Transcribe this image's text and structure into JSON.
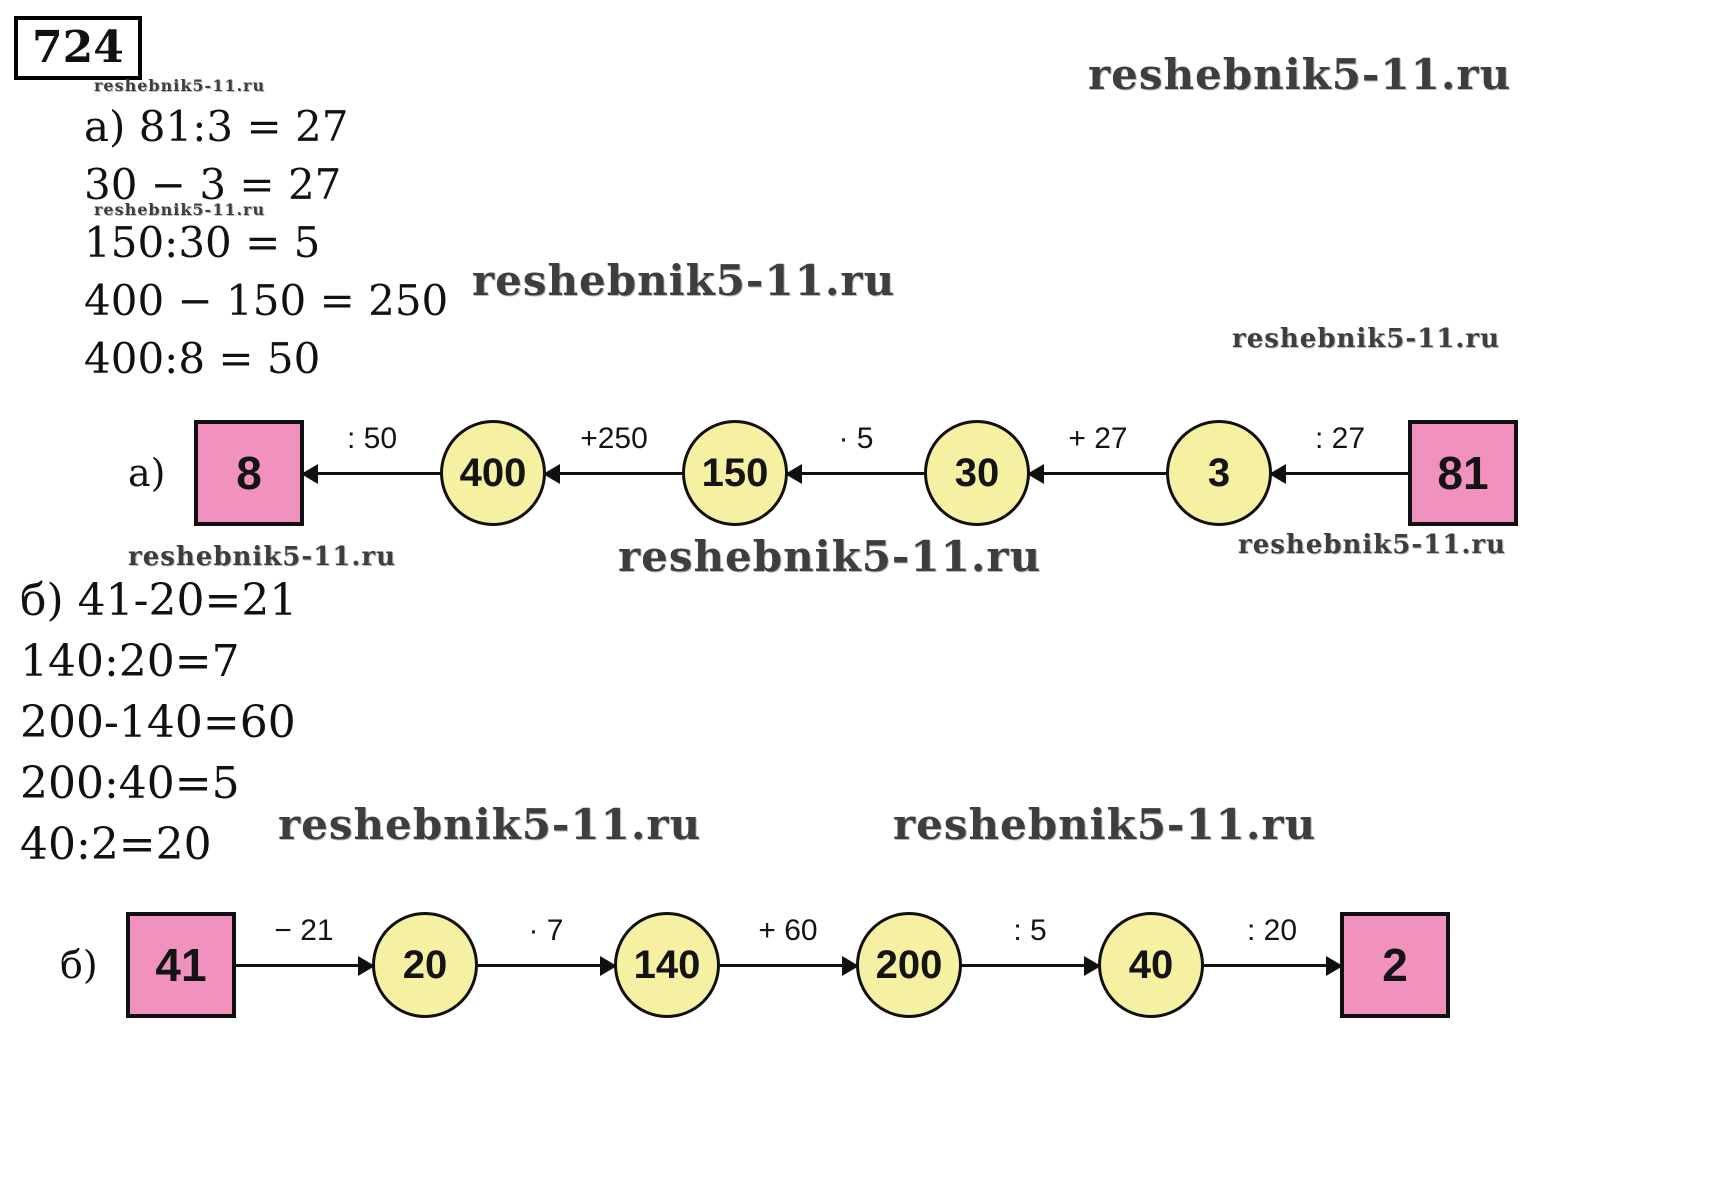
{
  "problem_number": "724",
  "watermark": {
    "text": "reshebnik5-11.ru"
  },
  "colors": {
    "square_fill": "#f191bd",
    "circle_fill": "#f6f0a2",
    "ink": "#111111"
  },
  "part_a": {
    "equations": [
      "а) 81:3 = 27",
      "30 − 3 = 27",
      "150:30 = 5",
      "400 − 150 = 250",
      "400:8 = 50"
    ],
    "diagram_label": "а)",
    "chain": {
      "arrow_direction": "right-to-left",
      "items": [
        {
          "kind": "square",
          "value": "8"
        },
        {
          "kind": "operation",
          "value": ": 50"
        },
        {
          "kind": "circle",
          "value": "400"
        },
        {
          "kind": "operation",
          "value": "+250"
        },
        {
          "kind": "circle",
          "value": "150"
        },
        {
          "kind": "operation",
          "value": "· 5"
        },
        {
          "kind": "circle",
          "value": "30"
        },
        {
          "kind": "operation",
          "value": "+ 27"
        },
        {
          "kind": "circle",
          "value": "3"
        },
        {
          "kind": "operation",
          "value": ": 27"
        },
        {
          "kind": "square",
          "value": "81"
        }
      ]
    }
  },
  "part_b": {
    "equations": [
      "б) 41-20=21",
      "140:20=7",
      "200-140=60",
      "200:40=5",
      "40:2=20"
    ],
    "diagram_label": "б)",
    "chain": {
      "arrow_direction": "left-to-right",
      "items": [
        {
          "kind": "square",
          "value": "41"
        },
        {
          "kind": "operation",
          "value": "− 21"
        },
        {
          "kind": "circle",
          "value": "20"
        },
        {
          "kind": "operation",
          "value": "· 7"
        },
        {
          "kind": "circle",
          "value": "140"
        },
        {
          "kind": "operation",
          "value": "+ 60"
        },
        {
          "kind": "circle",
          "value": "200"
        },
        {
          "kind": "operation",
          "value": ": 5"
        },
        {
          "kind": "circle",
          "value": "40"
        },
        {
          "kind": "operation",
          "value": ": 20"
        },
        {
          "kind": "square",
          "value": "2"
        }
      ]
    }
  }
}
